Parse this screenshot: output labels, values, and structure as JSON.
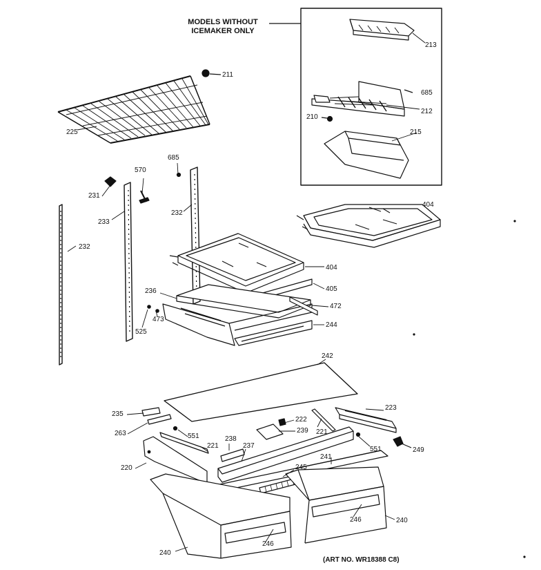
{
  "note": {
    "line1": "MODELS WITHOUT",
    "line2": "ICEMAKER ONLY"
  },
  "art_number": "(ART NO. WR18388 C8)",
  "callouts": {
    "p211": "211",
    "p213": "213",
    "p685a": "685",
    "p212": "212",
    "p210": "210",
    "p215": "215",
    "p225": "225",
    "p685b": "685",
    "p570": "570",
    "p231": "231",
    "p233": "233",
    "p232a": "232",
    "p232b": "232",
    "p404a": "404",
    "p404b": "404",
    "p405": "405",
    "p236": "236",
    "p472": "472",
    "p473": "473",
    "p525": "525",
    "p244": "244",
    "p242": "242",
    "p235": "235",
    "p223": "223",
    "p222": "222",
    "p263": "263",
    "p239": "239",
    "p551a": "551",
    "p221a": "221",
    "p221b": "221",
    "p238": "238",
    "p237": "237",
    "p551b": "551",
    "p249": "249",
    "p241": "241",
    "p220": "220",
    "p245": "245",
    "p246a": "246",
    "p246b": "246",
    "p240a": "240",
    "p240b": "240"
  }
}
